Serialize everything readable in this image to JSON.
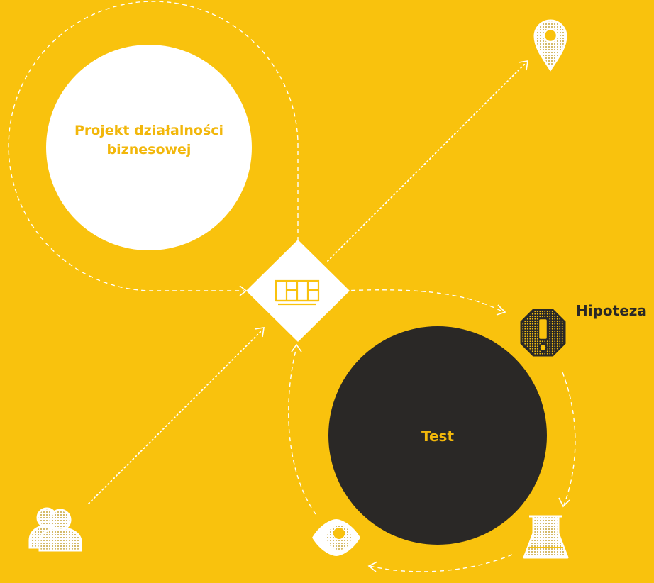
{
  "nodes": {
    "project": {
      "label": "Projekt działalności biznesowej"
    },
    "test": {
      "label": "Test"
    },
    "hypothesis": {
      "label": "Hipoteza"
    }
  },
  "icons": [
    "canvas-grid-icon",
    "location-pin-icon",
    "warning-octagon-icon",
    "lab-flask-icon",
    "eye-icon",
    "customers-icon"
  ],
  "colors": {
    "background": "#F9C20D",
    "white": "#FFFFFF",
    "dark": "#2A2826",
    "accent_text": "#F2B70B"
  }
}
